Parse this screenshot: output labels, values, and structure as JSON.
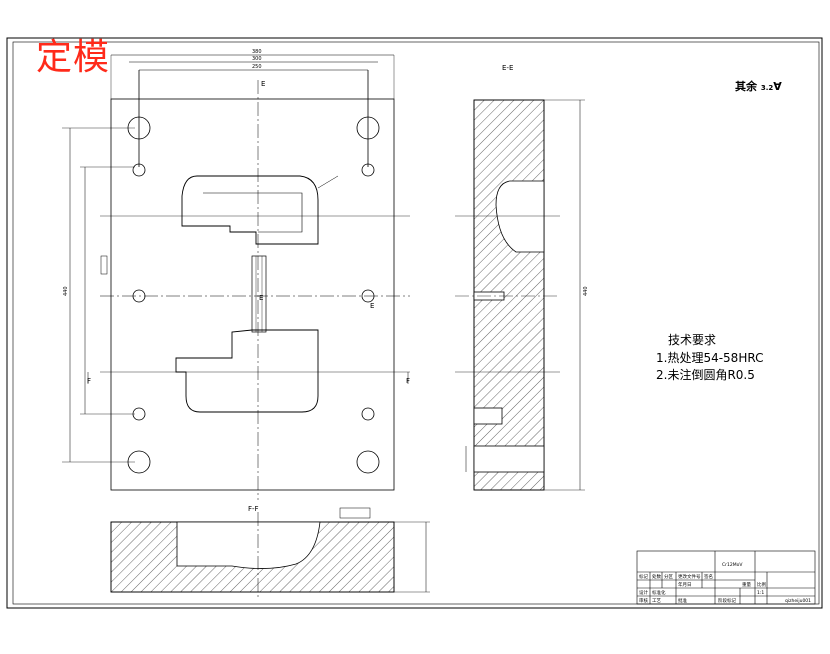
{
  "drawing": {
    "stamp_label": "定模",
    "section_ee_label": "E-E",
    "section_ff_label": "F-F",
    "label_e_top": "E",
    "label_e_right": "E",
    "label_e_bottom": "E",
    "label_f_left": "F",
    "label_f_right": "F",
    "roughness_label": "其余",
    "roughness_value": "3.2",
    "tech_requirements": {
      "title": "技术要求",
      "line1": "1.热处理54-58HRC",
      "line2": "2.未注倒圆角R0.5"
    },
    "dims": {
      "top_width": "380",
      "top_width2": "300",
      "top_width3": "250",
      "side_height": "440",
      "right_height": "440"
    }
  },
  "title_block": {
    "material": "Cr12MoV",
    "cells": [
      "标记",
      "处数",
      "分区",
      "更改文件号",
      "签名",
      "年月日",
      "设计",
      "标准化",
      "审核",
      "工艺",
      "批准",
      "阶段标记",
      "重量",
      "比例"
    ],
    "scale": "1:1",
    "sheet_id": "qizheiju001"
  }
}
